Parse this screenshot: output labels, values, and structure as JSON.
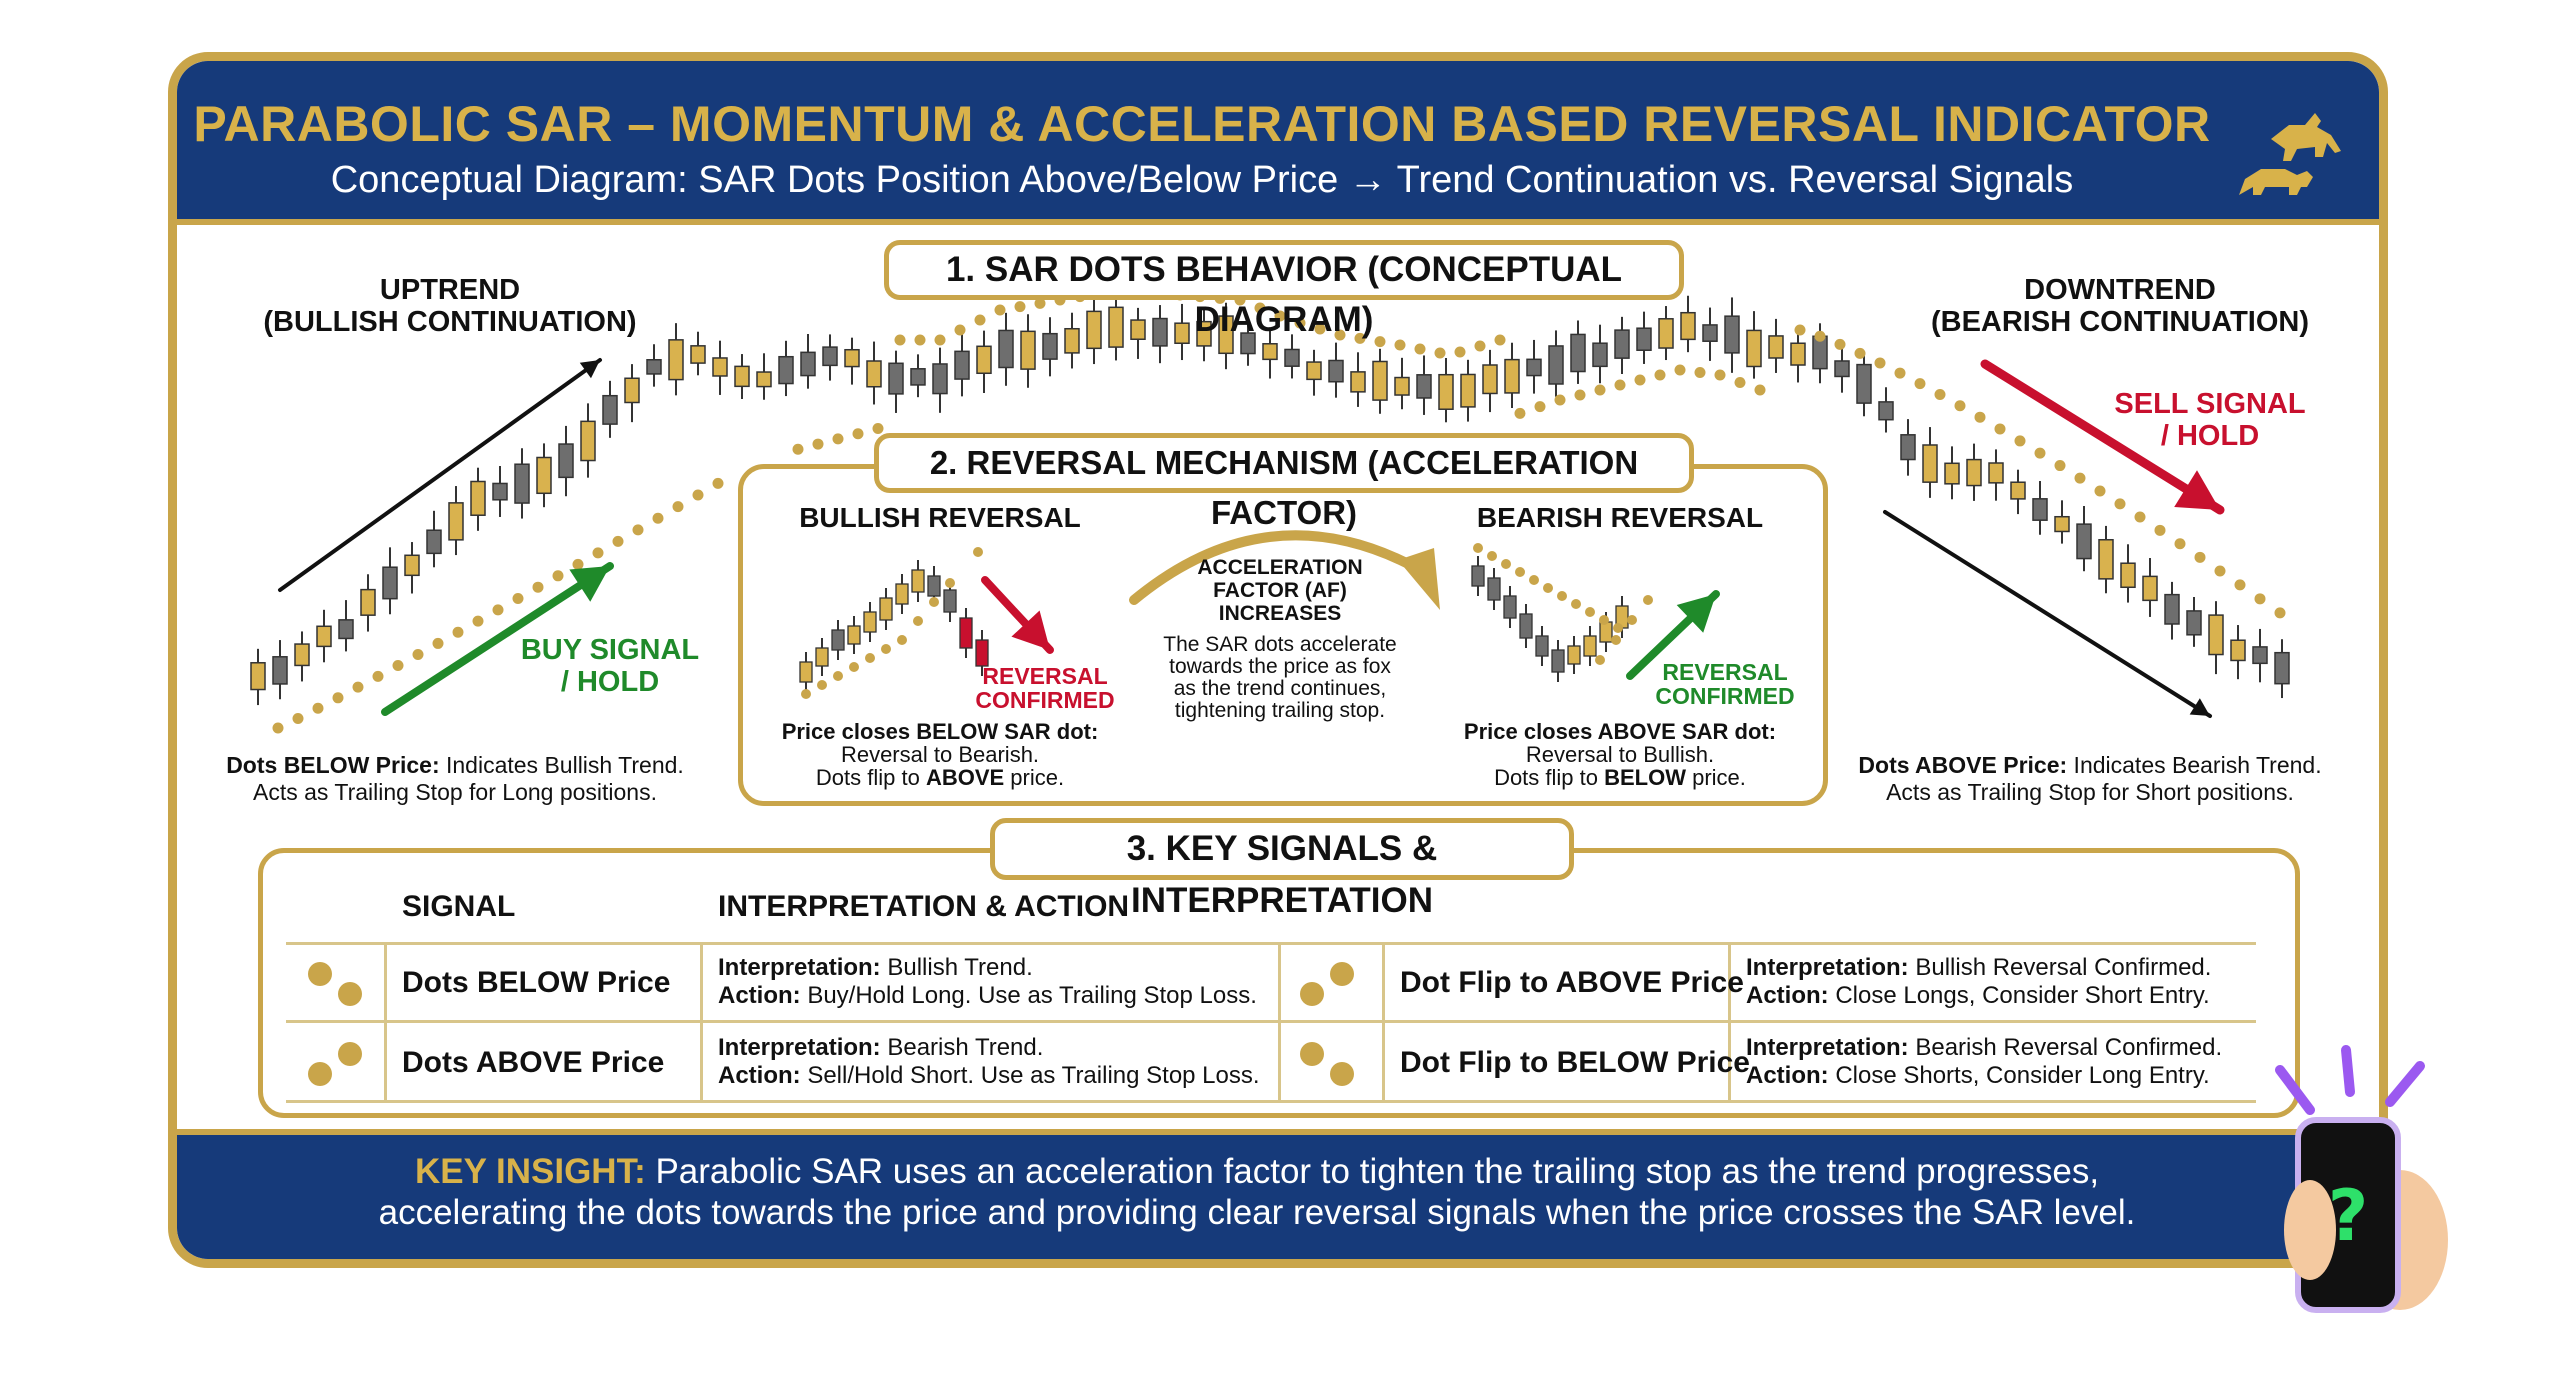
{
  "header": {
    "title": "PARABOLIC SAR – MOMENTUM & ACCELERATION BASED REVERSAL INDICATOR",
    "subtitle": "Conceptual Diagram: SAR Dots Position Above/Below Price → Trend Continuation vs. Reversal Signals"
  },
  "section1": {
    "title": "1. SAR DOTS BEHAVIOR (CONCEPTUAL DIAGRAM)",
    "uptrend_line1": "UPTREND",
    "uptrend_line2": "(BULLISH CONTINUATION)",
    "downtrend_line1": "DOWNTREND",
    "downtrend_line2": "(BEARISH CONTINUATION)",
    "buy_line1": "BUY SIGNAL",
    "buy_line2": "/ HOLD",
    "sell_line1": "SELL SIGNAL",
    "sell_line2": "/ HOLD",
    "left_note_bold": "Dots BELOW Price:",
    "left_note_rest": " Indicates Bullish Trend.",
    "left_note_line2": "Acts as Trailing Stop for Long positions.",
    "right_note_bold": "Dots ABOVE Price:",
    "right_note_rest": " Indicates Bearish Trend.",
    "right_note_line2": "Acts as Trailing Stop for Short positions."
  },
  "section2": {
    "title": "2. REVERSAL MECHANISM (ACCELERATION FACTOR)",
    "bullish_reversal": "BULLISH REVERSAL",
    "bearish_reversal": "BEARISH REVERSAL",
    "reversal_line1": "REVERSAL",
    "confirmed": "CONFIRMED",
    "af_line1": "ACCELERATION",
    "af_line2": "FACTOR (AF)",
    "af_line3": "INCREASES",
    "af_desc1": "The SAR dots accelerate",
    "af_desc2": "towards the price as fox",
    "af_desc3": "as the trend continues,",
    "af_desc4": "tightening trailing stop.",
    "left_note1": "Price closes BELOW SAR dot:",
    "left_note2": "Reversal to Bearish.",
    "left_note3_a": "Dots flip to ",
    "left_note3_b": "ABOVE",
    "left_note3_c": " price.",
    "right_note1": "Price closes ABOVE SAR dot:",
    "right_note2": "Reversal to Bullish.",
    "right_note3_a": "Dots flip to ",
    "right_note3_b": "BELOW",
    "right_note3_c": " price."
  },
  "section3": {
    "title": "3. KEY SIGNALS & INTERPRETATION",
    "col_signal": "SIGNAL",
    "col_interp": "INTERPRETATION & ACTION",
    "interp_label": "Interpretation:",
    "action_label": "Action:",
    "rows": [
      {
        "signal": "Dots BELOW Price",
        "interp": " Bullish Trend.",
        "action": " Buy/Hold Long. Use as Trailing Stop Loss."
      },
      {
        "signal": "Dots ABOVE Price",
        "interp": " Bearish Trend.",
        "action": " Sell/Hold Short. Use as Trailing Stop Loss."
      },
      {
        "signal": "Dot Flip to ABOVE Price",
        "interp": " Bullish Reversal Confirmed.",
        "action": " Close Longs, Consider Short Entry."
      },
      {
        "signal": "Dot Flip to BELOW Price",
        "interp": " Bearish Reversal Confirmed.",
        "action": " Close Shorts, Consider Long Entry."
      }
    ]
  },
  "footer": {
    "insight_label": "KEY INSIGHT:",
    "insight_line1": " Parabolic SAR uses an acceleration factor to tighten the trailing stop as the trend progresses,",
    "insight_line2": "accelerating the dots towards the price and providing clear reversal signals when the price crosses the SAR level."
  },
  "colors": {
    "navy": "#163a7a",
    "gold": "#c9a54a",
    "green": "#1f8a2a",
    "red": "#c8102e"
  },
  "icons": [
    "bull-bear-icon",
    "phone-question-icon"
  ]
}
